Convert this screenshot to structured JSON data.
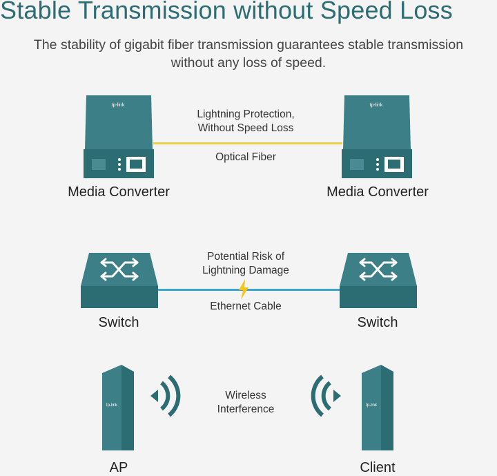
{
  "header": {
    "title": "Stable Transmission without Speed Loss",
    "subtitle": "The stability of gigabit fiber transmission guarantees stable transmission without any loss of speed."
  },
  "rows": {
    "fiber": {
      "left_device": "Media Converter",
      "right_device": "Media Converter",
      "top_note_line1": "Lightning Protection,",
      "top_note_line2": "Without Speed Loss",
      "link_label": "Optical Fiber",
      "brand": "tp-link"
    },
    "ethernet": {
      "left_device": "Switch",
      "right_device": "Switch",
      "top_note_line1": "Potential Risk of",
      "top_note_line2": "Lightning Damage",
      "link_label": "Ethernet Cable",
      "warning_icon": "lightning-icon"
    },
    "wireless": {
      "left_device": "AP",
      "right_device": "Client",
      "note_line1": "Wireless",
      "note_line2": "Interference",
      "brand": "tp-link"
    }
  },
  "colors": {
    "teal": "#3d7f87",
    "teal_dark": "#2c6d74",
    "fiber_line": "#e9d24a",
    "ethernet_line": "#3aa6d0",
    "bolt": "#f5c518"
  }
}
